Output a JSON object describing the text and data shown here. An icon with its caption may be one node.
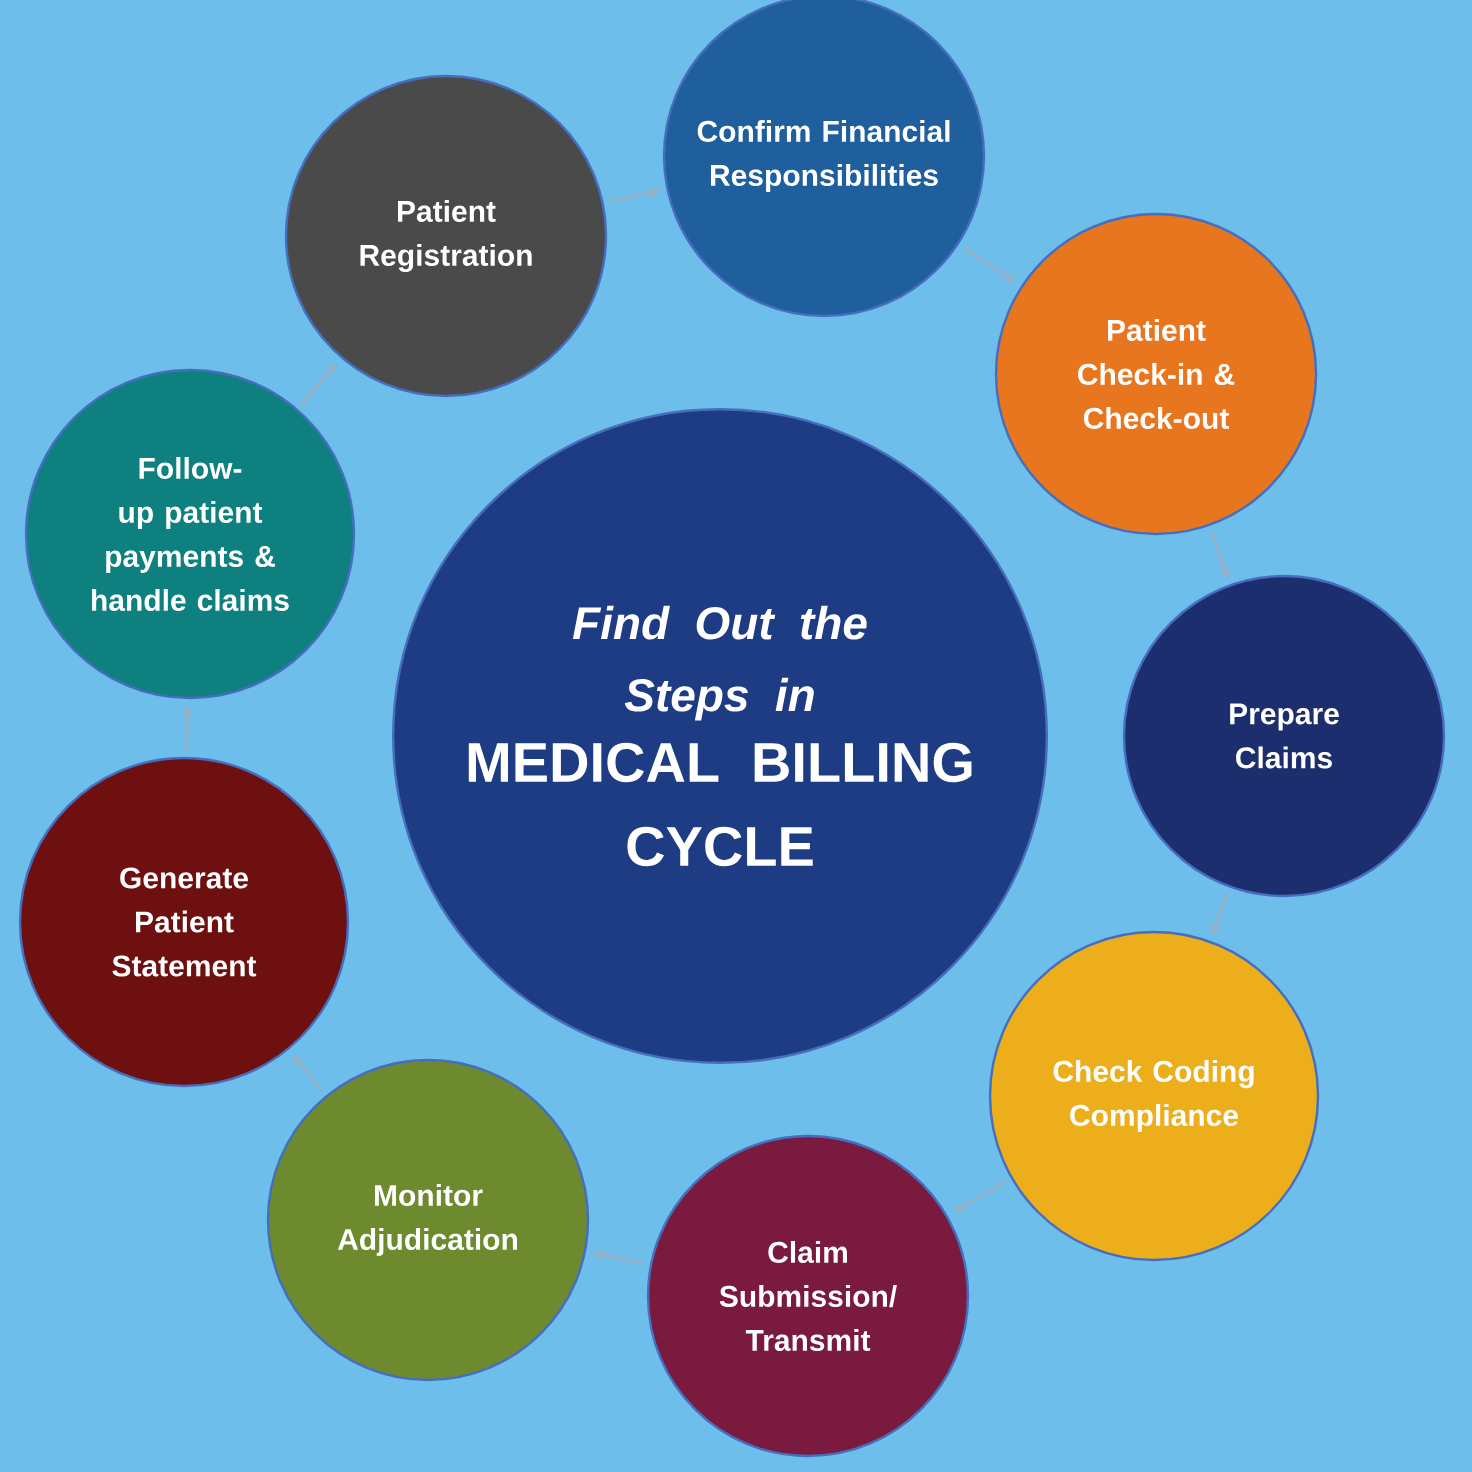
{
  "diagram": {
    "nodes": [
      {
        "text": [
          "Find Out the Steps in",
          "MEDICAL BILLING CYCLE"
        ]
      },
      {
        "text": [
          "Patient Registration"
        ]
      },
      {
        "text": [
          "Confirm Financial Responsibilities"
        ]
      },
      {
        "text": [
          "Patient Check-in & Check-out"
        ]
      },
      {
        "text": [
          "Prepare Claims"
        ]
      },
      {
        "text": [
          "Check Coding Compliance"
        ]
      },
      {
        "text": [
          "Claim Submission/ Transmit"
        ]
      },
      {
        "text": [
          "Monitor Adjudication"
        ]
      },
      {
        "text": [
          "Generate Patient Statement"
        ]
      },
      {
        "text": [
          "Follow-up patient payments & handle claims"
        ]
      }
    ],
    "edges": [
      {
        "from": 1,
        "to": 2,
        "arrow": "to"
      },
      {
        "from": 2,
        "to": 3,
        "arrow": "to"
      },
      {
        "from": 3,
        "to": 4,
        "arrow": "to"
      },
      {
        "from": 4,
        "to": 5,
        "arrow": "to"
      },
      {
        "from": 5,
        "to": 6,
        "arrow": "to"
      },
      {
        "from": 6,
        "to": 7,
        "arrow": "to"
      },
      {
        "from": 7,
        "to": 8,
        "arrow": "to"
      },
      {
        "from": 8,
        "to": 9,
        "arrow": "to"
      },
      {
        "from": 9,
        "to": 1,
        "arrow": "to"
      }
    ]
  }
}
